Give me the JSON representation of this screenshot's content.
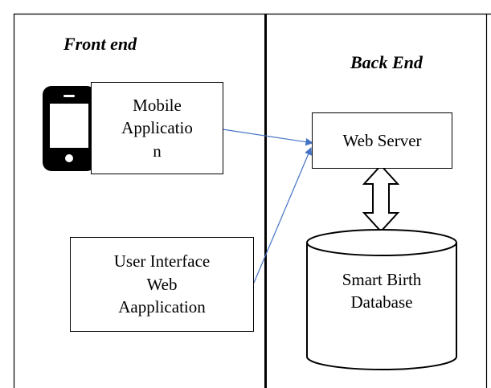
{
  "sections": {
    "front_end": "Front end",
    "back_end": "Back End"
  },
  "nodes": {
    "mobile_app": "Mobile\nApplicatio\nn",
    "web_server": "Web Server",
    "ui_web_app": "User Interface\nWeb\nAapplication",
    "database": "Smart Birth\nDatabase"
  },
  "colors": {
    "border": "#000000",
    "arrow": "#4472c4"
  },
  "icons": {
    "mobile": "smartphone-icon",
    "database": "database-cylinder-icon"
  }
}
